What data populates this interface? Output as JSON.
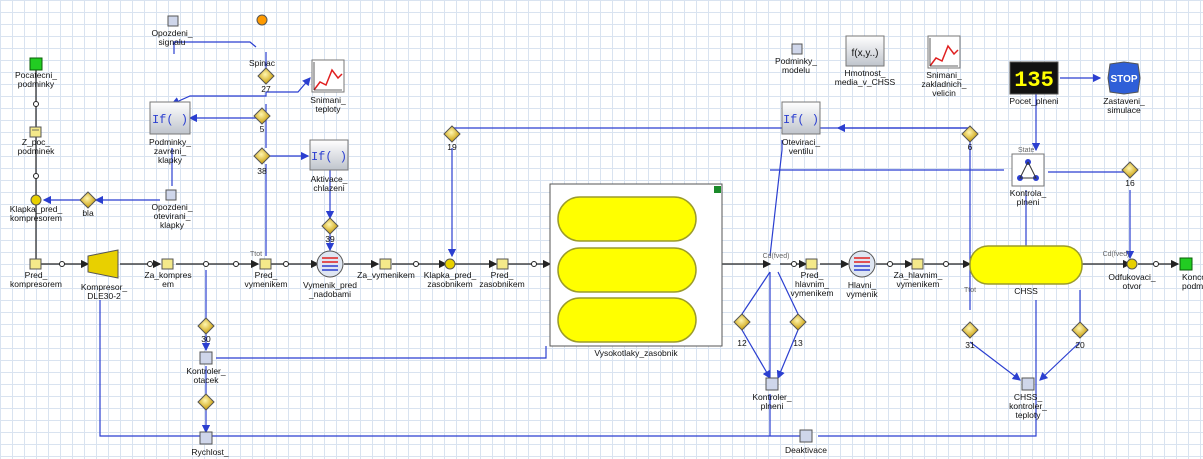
{
  "blocks": {
    "pocatecni_podminky": "Pocatecni_\npodminky",
    "z_poc_podminek": "Z_poc_\npodminek",
    "klapka_pred_kompresorem": "Klapka_pred_\nkompresorem",
    "bla": "bla",
    "pred_kompresorem": "Pred_\nkompresorem",
    "kompresor": "Kompresor_\nDLE30-2",
    "za_kompresorem": "Za_kompres\nem",
    "opozdeni_signalu": "Opozdeni_\nsignalu",
    "spinac": "Spinac",
    "podminky_zavreni_klapky": "Podminky_\nzavreni_\nklapky",
    "opozdeni_otevirani_klapky": "Opozdeni_\notevirani_\nklapky",
    "snimani_teploty": "Snimani_\nteploty",
    "aktivace_chlazeni": "Aktivace_\nchlazeni",
    "pred_vymenikem": "Pred_\nvymenikem",
    "vymenik_pred_nadobami": "Vymenik_pred\n_nadobami",
    "za_vymenikem": "Za_vymenikem",
    "klapka_pred_zasobnikem": "Klapka_pred_\nzasobnikem",
    "pred_zasobnikem": "Pred_\nzasobnikem",
    "vysokotlaky_zasobnik": "Vysokotlaky_zasobnik",
    "kontroler_otacek": "Kontroler_\notacek",
    "rychlost": "Rychlost_",
    "podminky_modelu": "Podminky_\nmodelu",
    "hmotnost_media": "Hmotnost_\nmedia_v_CHSS",
    "snimani_zakladnich_velicin": "Snimani_\nzakladnich_\nvelicin",
    "oteviraci_ventilu": "Oteviraci_\nventilu",
    "pocet_plneni": "Pocet_plneni",
    "zastaveni_simulace": "Zastaveni_\nsimulace",
    "kontrola_plneni": "Kontrola_\nplneni",
    "pred_hlavnim_vymenikem": "Pred_\nhlavnim_\nvymenikem",
    "hlavni_vymenik": "Hlavni_\nvymenik",
    "za_hlavnim_vymenikem": "Za_hlavnim_\nvymenikem",
    "chss": "CHSS",
    "odfukovaci_otvor": "Odfukovaci_\notvor",
    "koncove_podminky": "Koncove_\npodminky",
    "kontroler_plneni": "Kontroler_\nplneni",
    "chss_kontroler_teploty": "CHSS_\nkontroler_\nteploty",
    "deaktivace": "Deaktivace"
  },
  "gain_labels": {
    "g27": "27",
    "g5": "5",
    "g38": "38",
    "g39": "39",
    "g19": "19",
    "g30": "30",
    "g6": "6",
    "g16": "16",
    "g12": "12",
    "g13": "13",
    "g31": "31",
    "g20": "20"
  },
  "glyphs": {
    "if_label": "If( )",
    "fxy_label": "f(x,y..)",
    "counter_value": "135",
    "stop_label": "STOP"
  },
  "port_labels": {
    "ttot1": "Ttot",
    "ttot2": "Ttot",
    "cd_fved1": "Cd(fved)",
    "cd_fved2": "Cd(fved)",
    "state": "State"
  },
  "colors": {
    "wire": "#2b3fd0",
    "pipe": "#222222",
    "tank_fill": "#ffff00",
    "tank_stroke": "#9b9b2b",
    "compressor": "#e8d000",
    "grid": "#d9e3f0"
  }
}
